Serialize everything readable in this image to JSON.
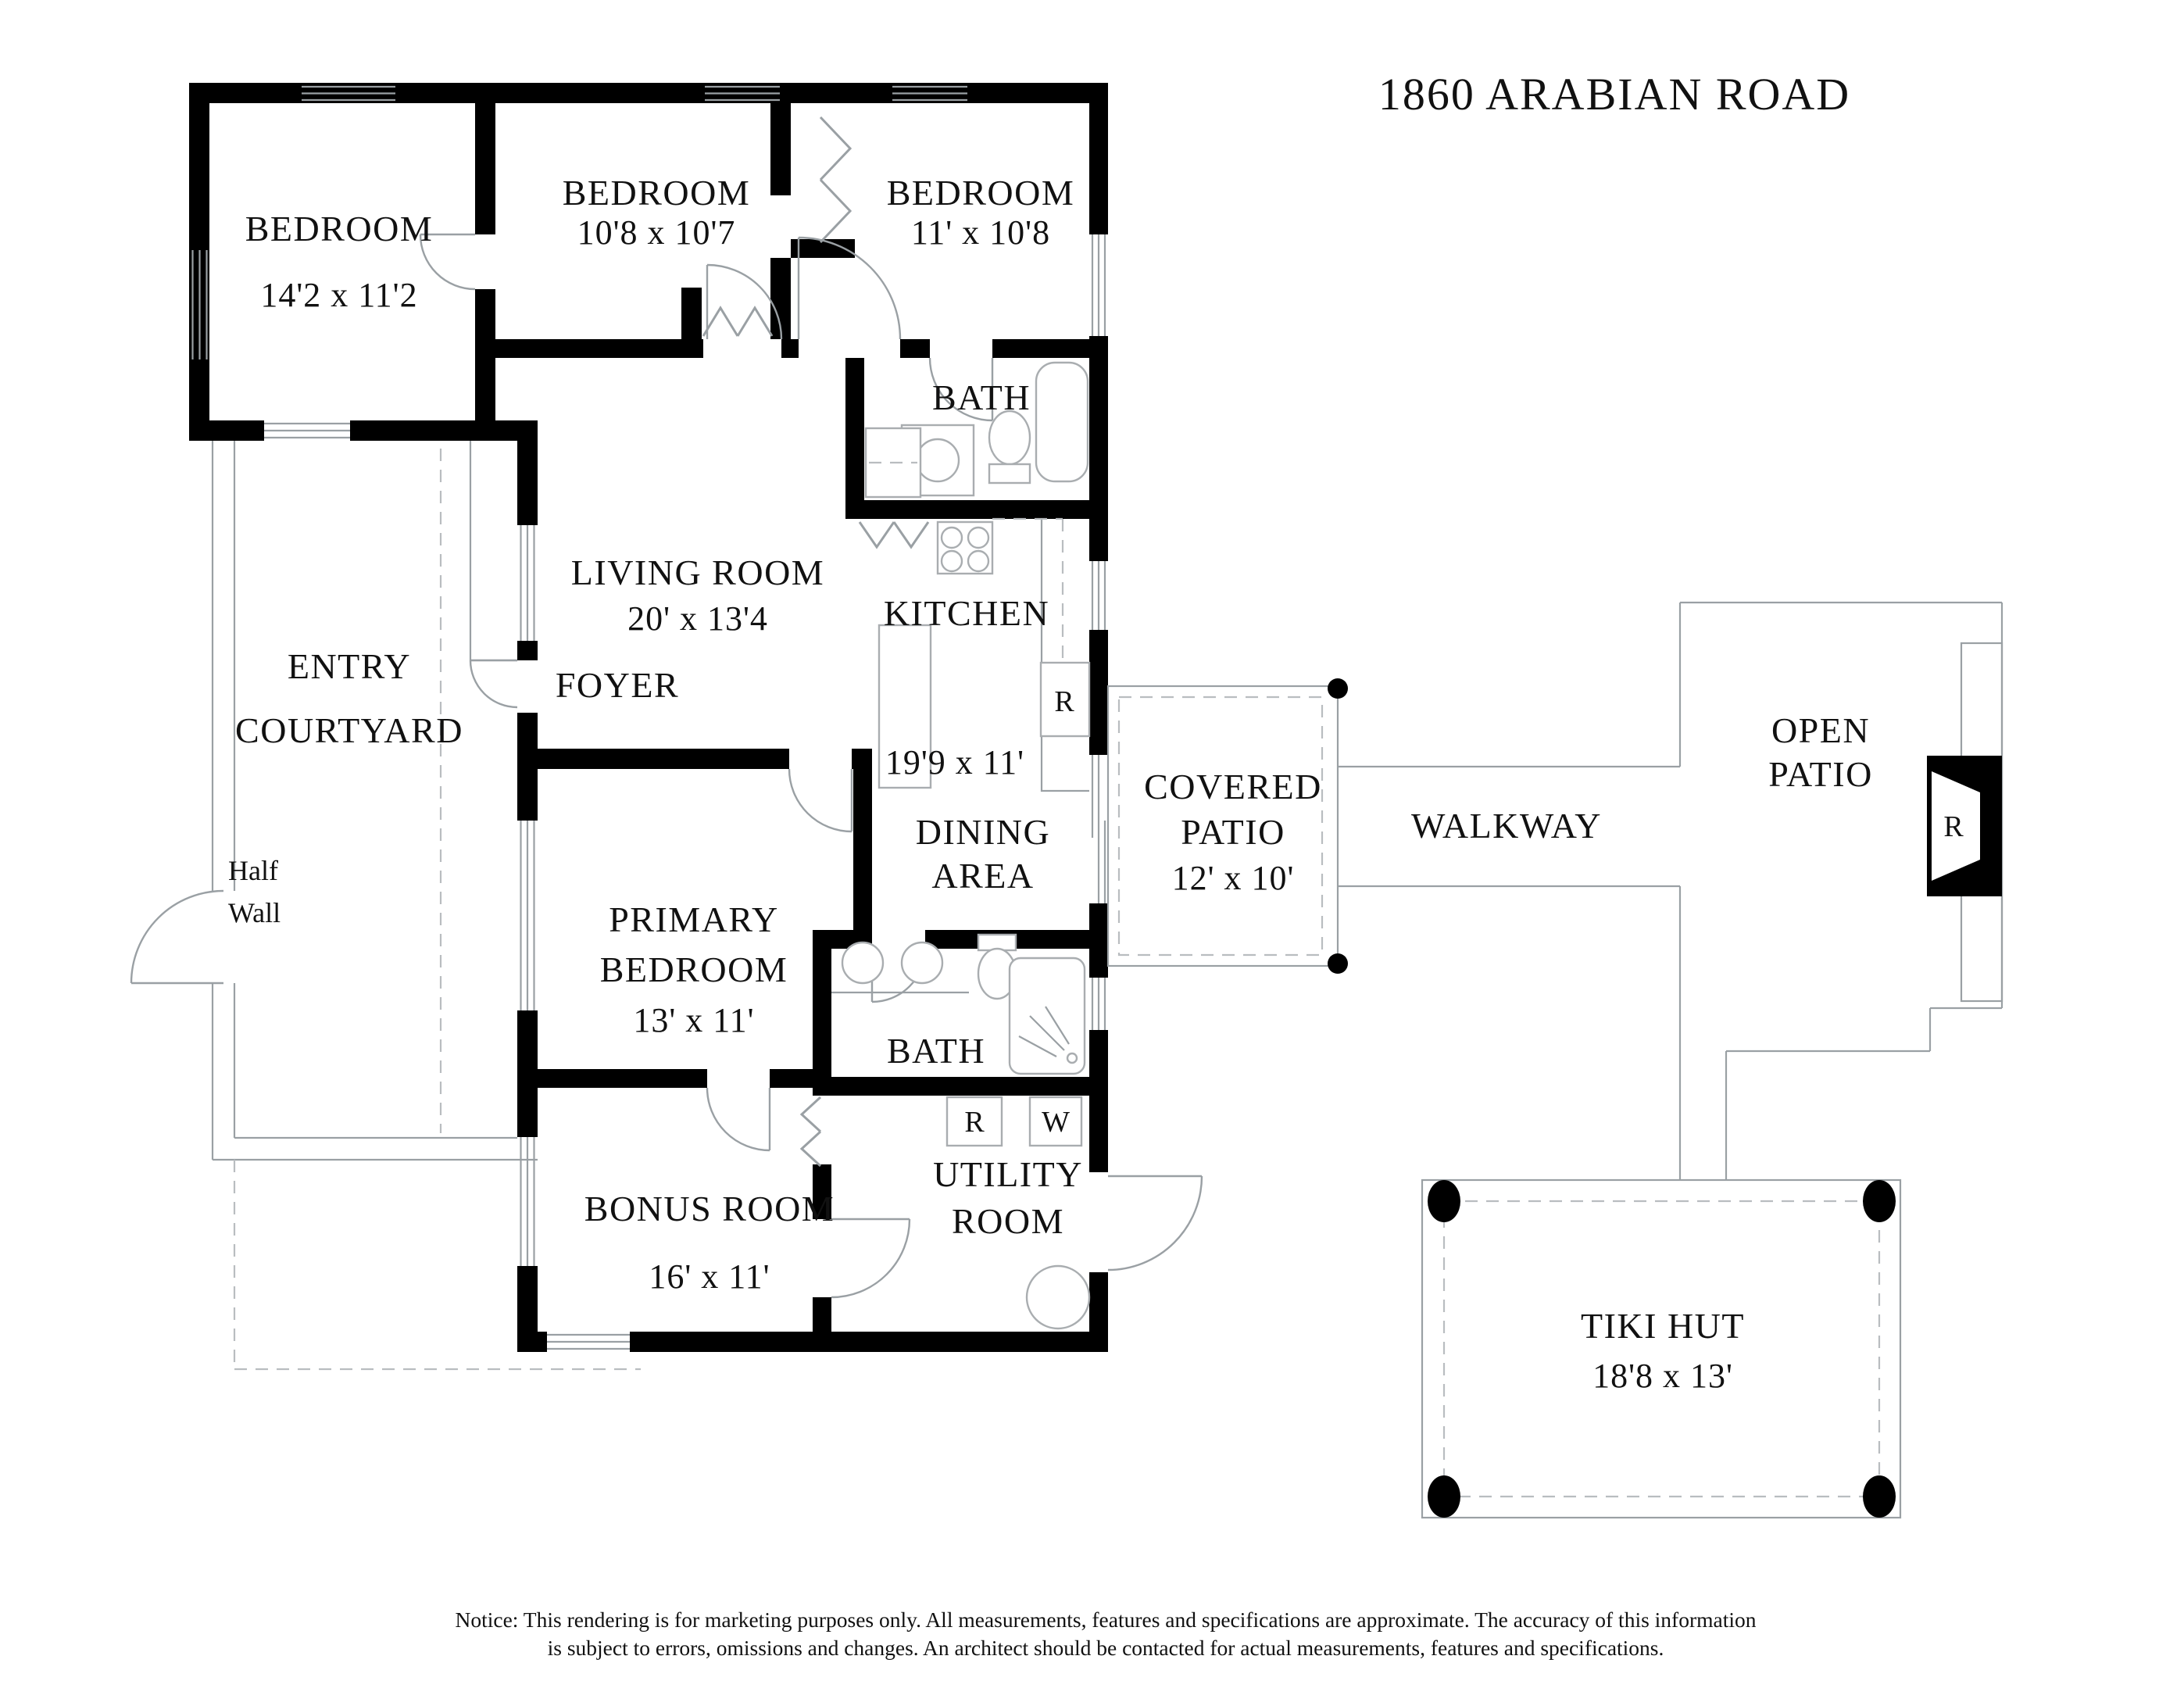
{
  "title": "1860 ARABIAN ROAD",
  "rooms": {
    "bedroom1": {
      "name": "BEDROOM",
      "dims": "14'2 x 11'2"
    },
    "bedroom2": {
      "name": "BEDROOM",
      "dims": "10'8 x 10'7"
    },
    "bedroom3": {
      "name": "BEDROOM",
      "dims": "11' x 10'8"
    },
    "bath_top": {
      "name": "BATH"
    },
    "living_room": {
      "name": "LIVING ROOM",
      "dims": "20' x 13'4"
    },
    "kitchen": {
      "name": "KITCHEN",
      "dims": "19'9 x 11'"
    },
    "entry_courtyard": {
      "line1": "ENTRY",
      "line2": "COURTYARD"
    },
    "foyer": {
      "name": "FOYER"
    },
    "half_wall": {
      "line1": "Half",
      "line2": "Wall"
    },
    "dining_area": {
      "line1": "DINING",
      "line2": "AREA"
    },
    "covered_patio": {
      "line1": "COVERED",
      "line2": "PATIO",
      "dims": "12' x 10'"
    },
    "walkway": {
      "name": "WALKWAY"
    },
    "open_patio": {
      "line1": "OPEN",
      "line2": "PATIO"
    },
    "primary_bedroom": {
      "line1": "PRIMARY",
      "line2": "BEDROOM",
      "dims": "13' x 11'"
    },
    "bath_lower": {
      "name": "BATH"
    },
    "bonus_room": {
      "name": "BONUS ROOM",
      "dims": "16' x 11'"
    },
    "utility_room": {
      "line1": "UTILITY",
      "line2": "ROOM"
    },
    "tiki_hut": {
      "name": "TIKI HUT",
      "dims": "18'8 x 13'"
    }
  },
  "appliance_labels": {
    "kitchen_refrigerator": "R",
    "utility_dryer": "R",
    "utility_washer": "W",
    "patio_grill": "R"
  },
  "notice": {
    "line1": "Notice: This rendering is for marketing purposes only. All measurements, features and specifications are approximate. The accuracy of this information",
    "line2": "is subject to errors, omissions and changes. An architect should be contacted for actual measurements, features and specifications."
  },
  "colors": {
    "background": "#ffffff",
    "walls": "#000000",
    "thin_lines": "#9aa0a4",
    "dashed_lines": "#b9bdc0",
    "text": "#111111"
  }
}
